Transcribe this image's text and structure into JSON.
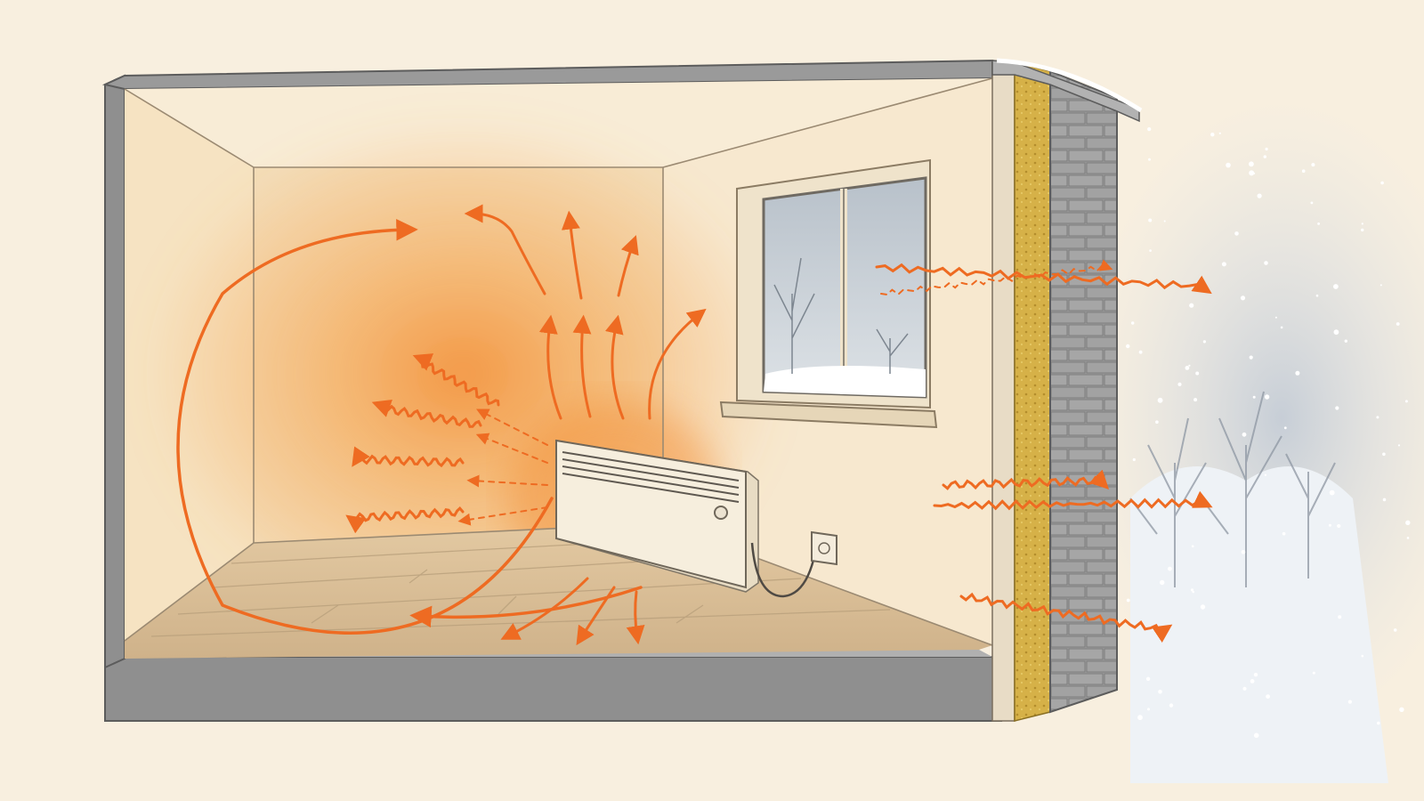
{
  "colors": {
    "background": "#f8efdf",
    "wall_section": "#8f8f8f",
    "wall_section_dark": "#6b6b6b",
    "room_wall": "#f6e7cd",
    "warm_glow": "#f6a24b",
    "heat_arrow": "#ee6b22",
    "floor": "#d9bf9a",
    "floor_lines": "#b9a07c",
    "insulation": "#d7b24a",
    "brick": "#9a9a9a",
    "snow": "#eef2f6",
    "window_sky": "#c9d1d8",
    "radiator": "#f3ead8"
  },
  "icons": {
    "heater": "electric-panel-heater-icon",
    "socket": "wall-socket-icon",
    "window": "window-icon",
    "tree": "bare-tree-icon",
    "snowflake": "snowflake-icon"
  },
  "scene": {
    "subject": "room-cross-section",
    "heat_source": "panel-heater",
    "outdoor_condition": "snowy"
  }
}
